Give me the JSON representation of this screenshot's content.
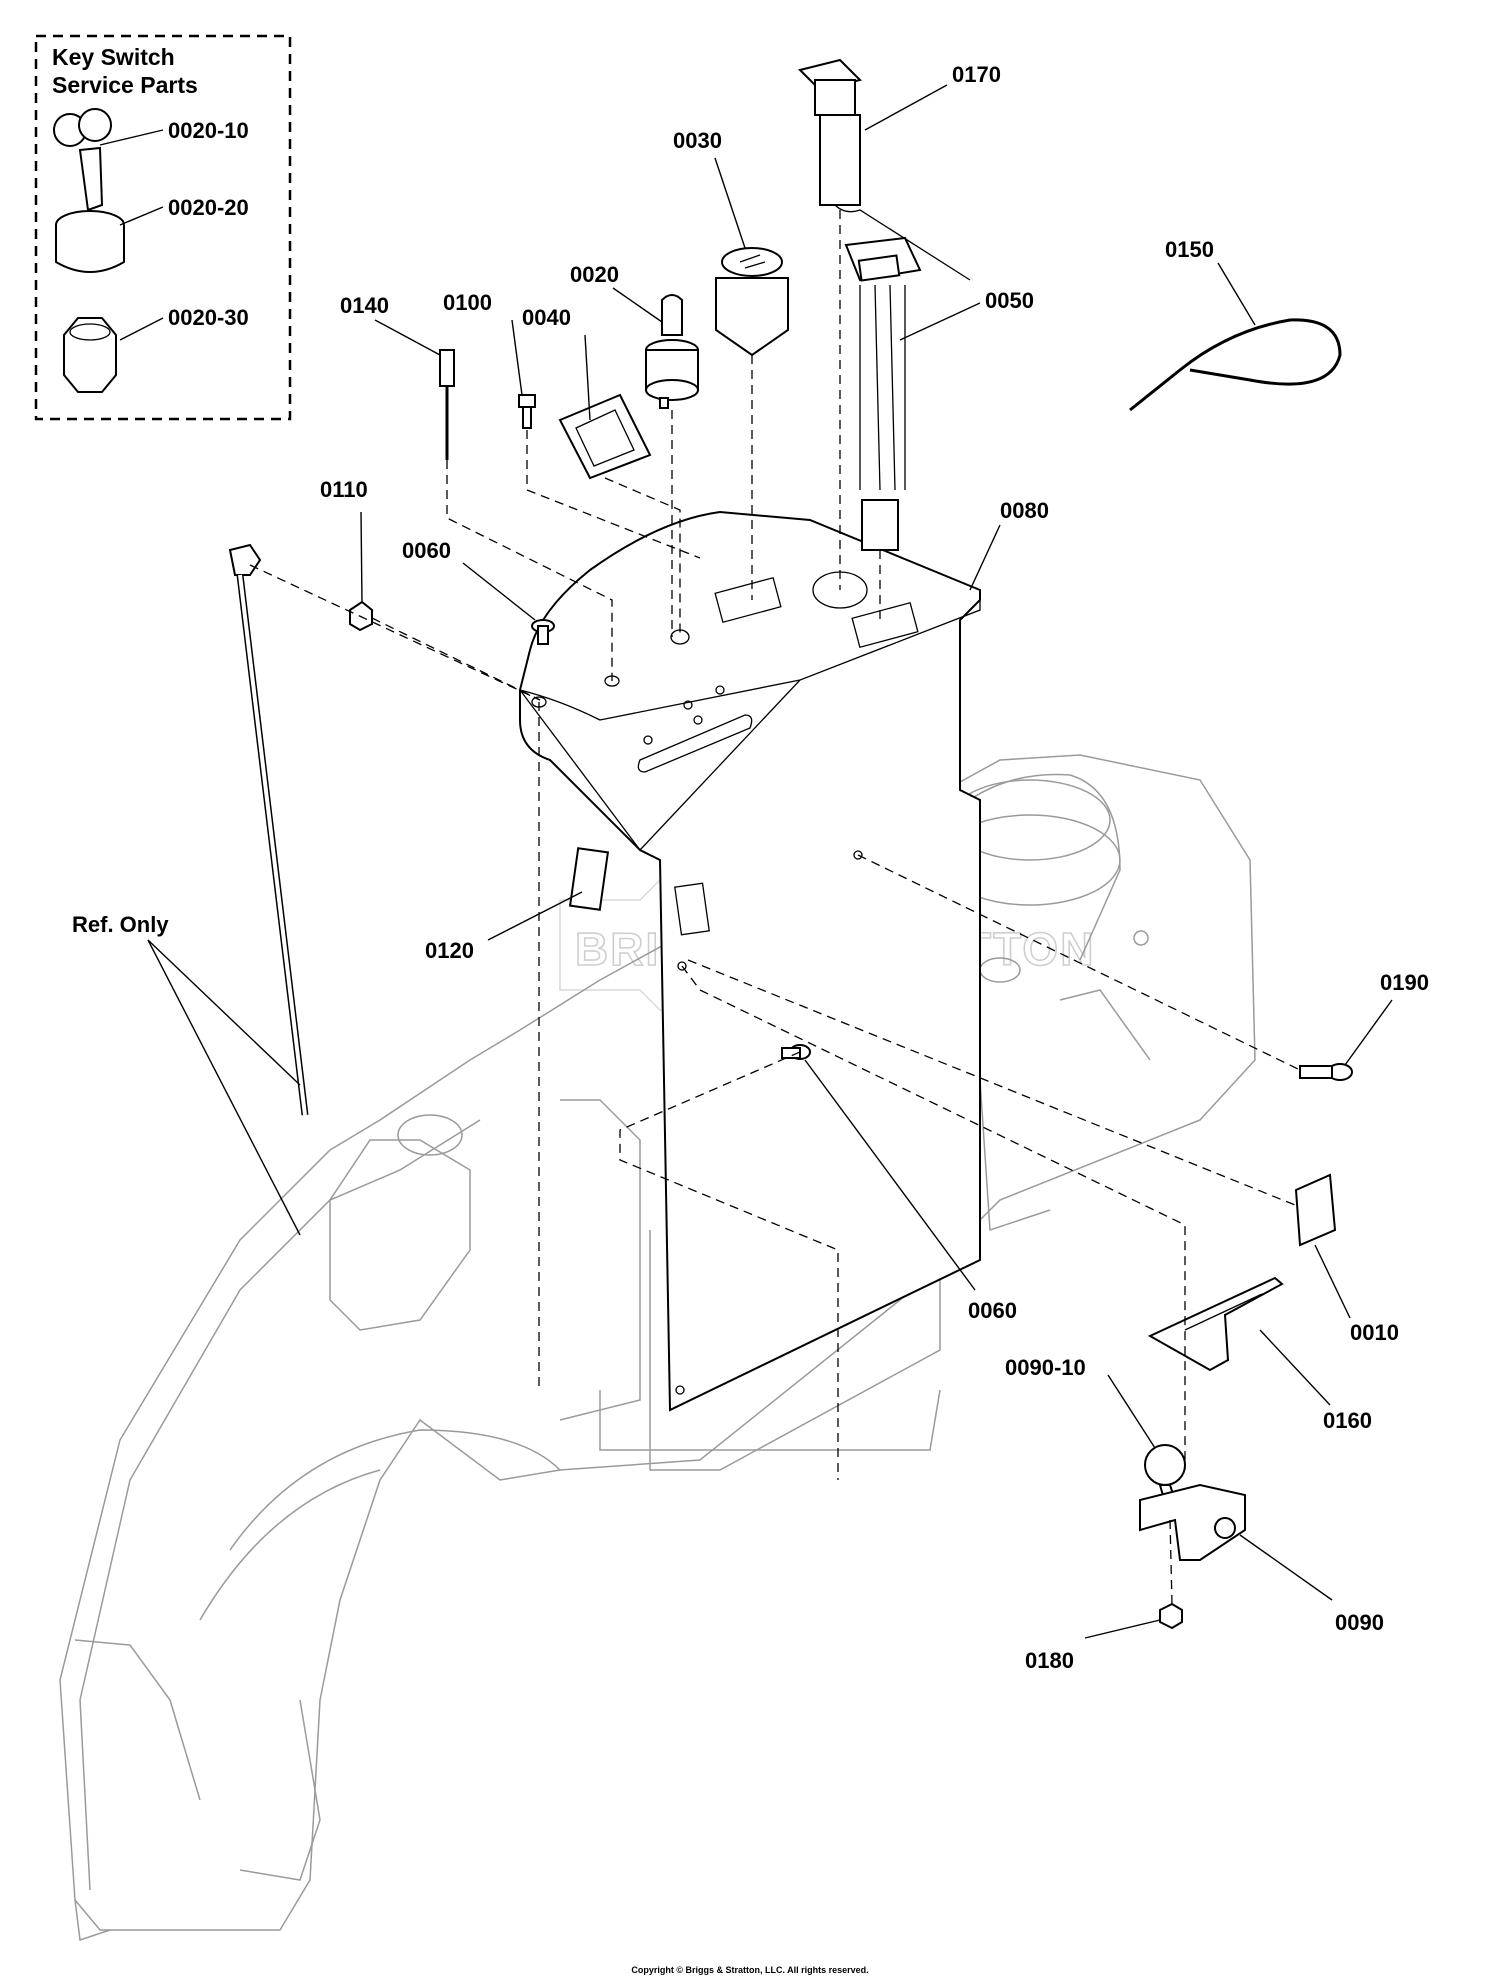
{
  "inset": {
    "title_line1": "Key Switch",
    "title_line2": "Service Parts"
  },
  "callouts": [
    {
      "id": "0020-10",
      "text": "0020-10"
    },
    {
      "id": "0020-20",
      "text": "0020-20"
    },
    {
      "id": "0020-30",
      "text": "0020-30"
    },
    {
      "id": "0170",
      "text": "0170"
    },
    {
      "id": "0030",
      "text": "0030"
    },
    {
      "id": "0150",
      "text": "0150"
    },
    {
      "id": "0140",
      "text": "0140"
    },
    {
      "id": "0100",
      "text": "0100"
    },
    {
      "id": "0040",
      "text": "0040"
    },
    {
      "id": "0020",
      "text": "0020"
    },
    {
      "id": "0050",
      "text": "0050"
    },
    {
      "id": "0110",
      "text": "0110"
    },
    {
      "id": "0080",
      "text": "0080"
    },
    {
      "id": "0060a",
      "text": "0060"
    },
    {
      "id": "ref-only",
      "text": "Ref. Only"
    },
    {
      "id": "0120",
      "text": "0120"
    },
    {
      "id": "0190",
      "text": "0190"
    },
    {
      "id": "0060b",
      "text": "0060"
    },
    {
      "id": "0010",
      "text": "0010"
    },
    {
      "id": "0090-10",
      "text": "0090-10"
    },
    {
      "id": "0160",
      "text": "0160"
    },
    {
      "id": "0090",
      "text": "0090"
    },
    {
      "id": "0180",
      "text": "0180"
    }
  ],
  "watermark": "BRIGGS & STRATTON",
  "copyright": "Copyright © Briggs & Stratton, LLC. All rights reserved."
}
